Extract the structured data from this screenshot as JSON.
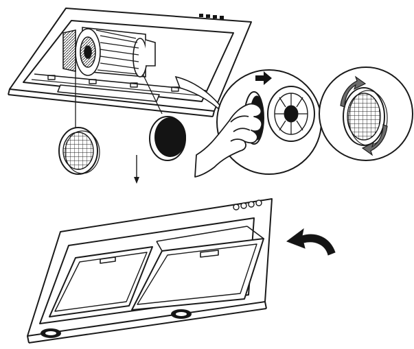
{
  "figure": {
    "style": "black-and-white line drawing",
    "colors": {
      "ink": "#1a1a1a",
      "fill_dark": "#141414",
      "fill_light": "#ffffff",
      "shade": "#8a8a8a",
      "arrow_fill": "#6b6b6b"
    },
    "panels": {
      "top": "hood-with-blower-and-carbon-filters",
      "bottom": "hood-with-grease-filters"
    },
    "icons": [
      "down-arrow-icon",
      "push-arrow-icon",
      "rotate-arrow-icon",
      "flip-arrow-icon",
      "hand-icon"
    ]
  }
}
